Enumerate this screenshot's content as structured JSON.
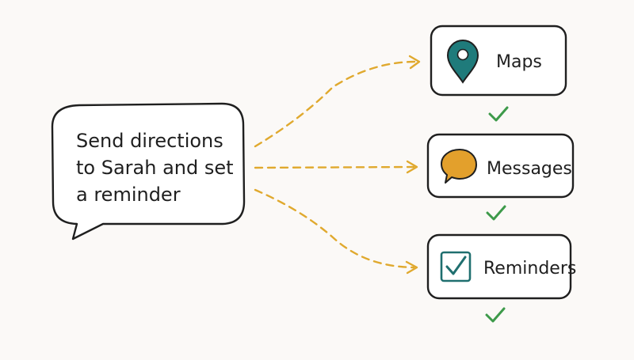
{
  "request": {
    "lines": [
      "Send directions",
      "to Sarah and set",
      "a reminder"
    ]
  },
  "apps": [
    {
      "label": "Maps",
      "icon": "map-pin-icon",
      "status": "done"
    },
    {
      "label": "Messages",
      "icon": "speech-bubble-icon",
      "status": "done"
    },
    {
      "label": "Reminders",
      "icon": "checkbox-icon",
      "status": "done"
    }
  ],
  "colors": {
    "background": "#fbf9f7",
    "ink": "#1f1f1f",
    "arrow": "#e0a92e",
    "check": "#3d9a4a",
    "maps_pin": "#1f7b7b",
    "messages_bubble": "#e3a02c",
    "reminders_box": "#1f6f6f"
  }
}
